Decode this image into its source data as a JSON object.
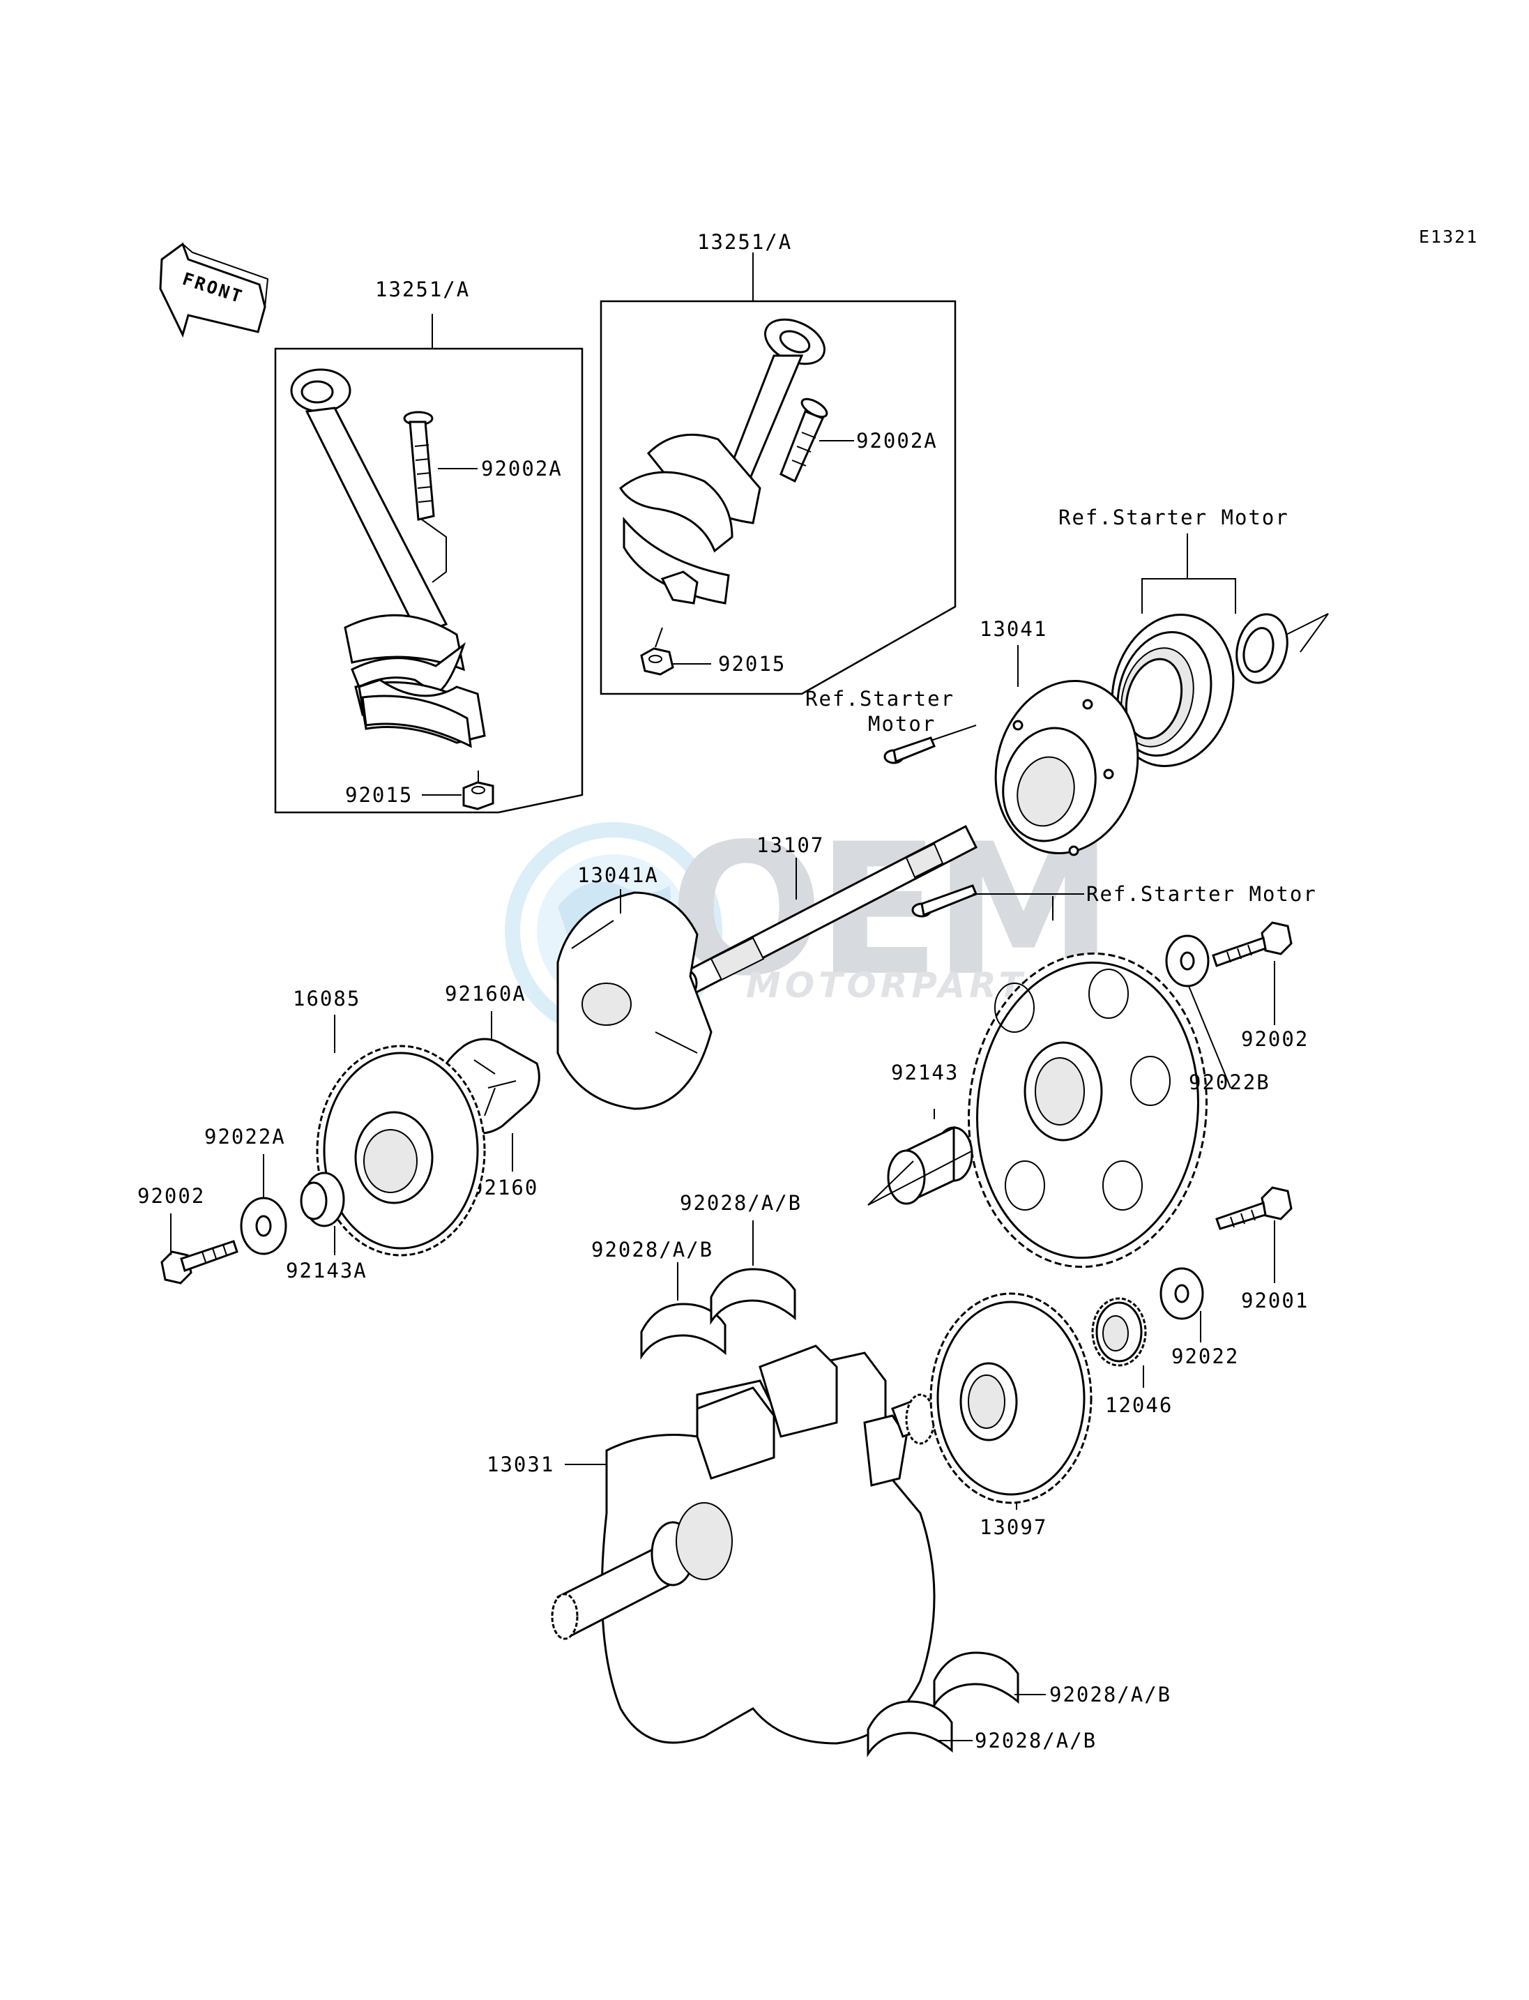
{
  "diagram_code": "E1321",
  "front_label": "FRONT",
  "watermark": {
    "brand": "OEM",
    "sub": "MOTORPARTS"
  },
  "labels": {
    "rod_set_left": "13251/A",
    "rod_set_right": "13251/A",
    "bolt_left": "92002A",
    "bolt_right": "92002A",
    "nut_left": "92015",
    "nut_right": "92015",
    "ref_starter_top": "Ref.Starter Motor",
    "ref_starter_mid_1": "Ref.Starter",
    "ref_starter_mid_2": "Motor",
    "ref_starter_right": "Ref.Starter Motor",
    "clutch_13041": "13041",
    "shaft_13107": "13107",
    "hub_13041A": "13041A",
    "damper_92160A": "92160A",
    "damper_92160": "92160",
    "gear_16085": "16085",
    "washer_92022A": "92022A",
    "bolt_92002_left": "92002",
    "collar_92143A": "92143A",
    "bolt_92002_right": "92002",
    "washer_92022B": "92022B",
    "collar_92143": "92143",
    "bearing_upper_1": "92028/A/B",
    "bearing_upper_2": "92028/A/B",
    "crankshaft": "13031",
    "gear_13097": "13097",
    "gear_12046": "12046",
    "washer_92022": "92022",
    "bolt_92001": "92001",
    "bearing_lower_1": "92028/A/B",
    "bearing_lower_2": "92028/A/B"
  }
}
